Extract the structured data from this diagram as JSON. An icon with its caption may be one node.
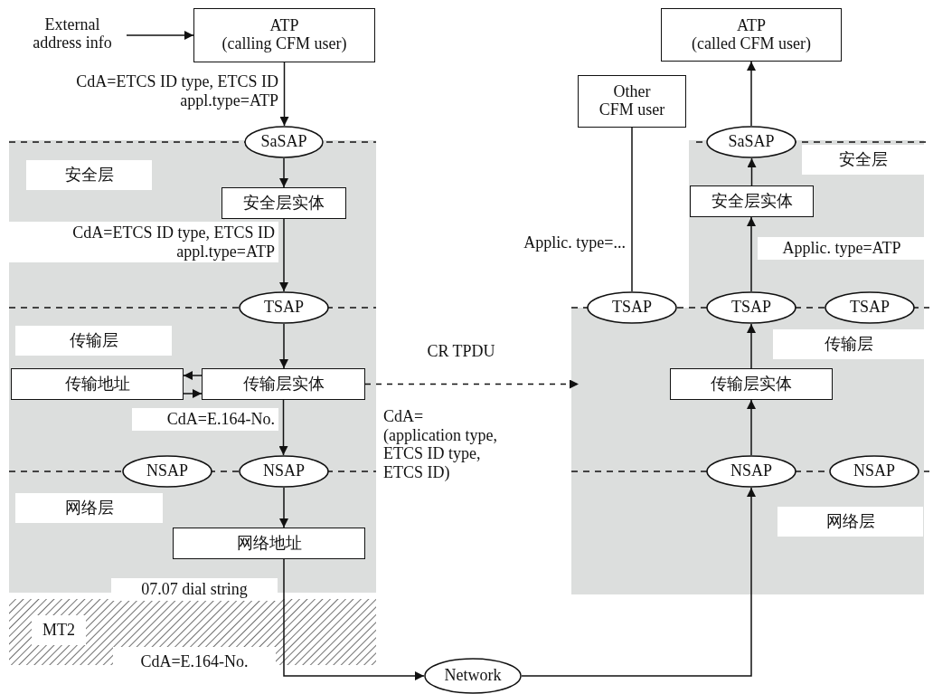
{
  "diagram": {
    "nodes": [
      {
        "text": [
          "External address info"
        ]
      },
      {
        "text": [
          "ATP",
          "(calling CFM user)"
        ]
      },
      {
        "text": [
          "SaSAP"
        ]
      },
      {
        "text": [
          "安全层实体"
        ]
      },
      {
        "text": [
          "TSAP"
        ]
      },
      {
        "text": [
          "传输层实体"
        ]
      },
      {
        "text": [
          "传输地址"
        ]
      },
      {
        "text": [
          "NSAP"
        ]
      },
      {
        "text": [
          "NSAP"
        ]
      },
      {
        "text": [
          "网络地址"
        ]
      },
      {
        "text": [
          "Network"
        ]
      },
      {
        "text": [
          "Other CFM user"
        ]
      },
      {
        "text": [
          "TSAP"
        ]
      },
      {
        "text": [
          "ATP",
          "(called CFM user)"
        ]
      },
      {
        "text": [
          "SaSAP"
        ]
      },
      {
        "text": [
          "安全层实体"
        ]
      },
      {
        "text": [
          "TSAP"
        ]
      },
      {
        "text": [
          "TSAP"
        ]
      },
      {
        "text": [
          "传输层实体"
        ]
      },
      {
        "text": [
          "NSAP"
        ]
      },
      {
        "text": [
          "NSAP"
        ]
      }
    ],
    "edges": [
      {
        "from": 0,
        "to": 1,
        "arrow": "to"
      },
      {
        "from": 1,
        "to": 2,
        "arrow": "to",
        "label": "CdA=ETCS ID type, ETCS ID appl.type=ATP"
      },
      {
        "from": 2,
        "to": 3,
        "arrow": "to"
      },
      {
        "from": 3,
        "to": 4,
        "arrow": "to",
        "label": "CdA=ETCS ID type, ETCS ID appl.type=ATP"
      },
      {
        "from": 4,
        "to": 5,
        "arrow": "to"
      },
      {
        "from": 5,
        "to": 6,
        "arrow": "to"
      },
      {
        "from": 6,
        "to": 5,
        "arrow": "to"
      },
      {
        "from": 5,
        "to": 8,
        "arrow": "to",
        "label": "CdA=E.164-No."
      },
      {
        "from": 8,
        "to": 9,
        "arrow": "to"
      },
      {
        "from": 9,
        "to": 10,
        "arrow": "to",
        "label": "07.07 dial string"
      },
      {
        "from": 5,
        "to": null,
        "arrow": "to",
        "style": "dashed",
        "label": "CR TPDU"
      },
      {
        "from": 10,
        "to": 19,
        "arrow": "to"
      },
      {
        "from": 19,
        "to": 18,
        "arrow": "to"
      },
      {
        "from": 18,
        "to": 16,
        "arrow": "to"
      },
      {
        "from": 16,
        "to": 15,
        "arrow": "to",
        "label": "Applic. type=ATP"
      },
      {
        "from": 15,
        "to": 14,
        "arrow": "to"
      },
      {
        "from": 14,
        "to": 13,
        "arrow": "to"
      },
      {
        "from": 12,
        "to": 11,
        "arrow": "none",
        "label": "Applic. type=..."
      }
    ],
    "labels": [
      "安全层",
      "安全层",
      "传输层",
      "传输层",
      "CdA= (application type, ETCS ID type, ETCS ID)",
      "网络层",
      "网络层",
      "MT2",
      "CdA=E.164-No."
    ]
  }
}
